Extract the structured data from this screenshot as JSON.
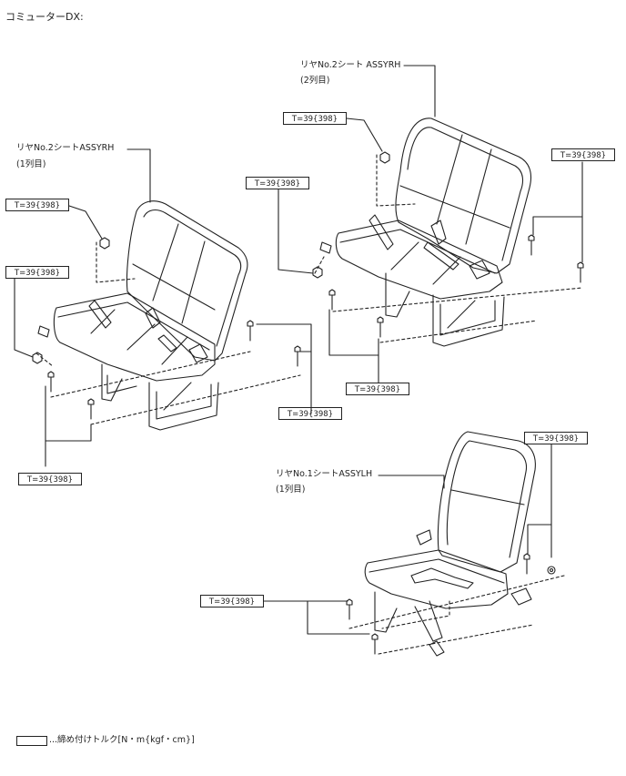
{
  "header": {
    "title": "コミューターDX:"
  },
  "seats": [
    {
      "name": "リヤNo.2シートASSYRH",
      "row": "(1列目)"
    },
    {
      "name": "リヤNo.2シート ASSYRH",
      "row": "(2列目)"
    },
    {
      "name": "リヤNo.1シートASSYLH",
      "row": "(1列目)"
    }
  ],
  "torque": {
    "value": "T=39{398}",
    "b1": "T=39{398}",
    "b2": "T=39{398}",
    "b3": "T=39{398}",
    "b4": "T=39{398}",
    "b5": "T=39{398}",
    "b6": "T=39{398}",
    "b7": "T=39{398}",
    "b8": "T=39{398}",
    "b9": "T=39{398}",
    "b10": "T=39{398}"
  },
  "legend": {
    "text": "...締め付けトルク[N・m{kgf・cm}]"
  }
}
